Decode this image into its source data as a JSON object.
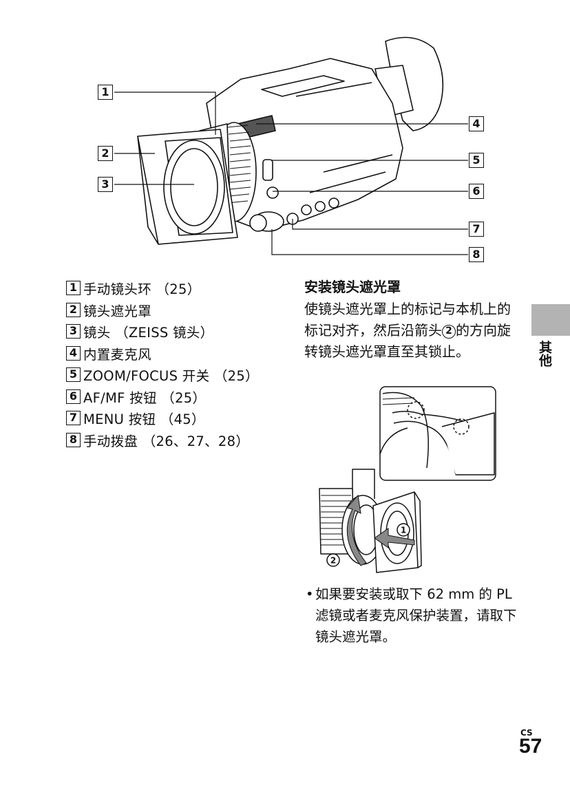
{
  "callouts": [
    "1",
    "2",
    "3",
    "4",
    "5",
    "6",
    "7",
    "8"
  ],
  "parts": [
    {
      "num": "1",
      "label": "手动镜头环 （25）"
    },
    {
      "num": "2",
      "label": "镜头遮光罩"
    },
    {
      "num": "3",
      "label": "镜头 （ZEISS 镜头）"
    },
    {
      "num": "4",
      "label": "内置麦克风"
    },
    {
      "num": "5",
      "label": "ZOOM/FOCUS 开关 （25）"
    },
    {
      "num": "6",
      "label": "AF/MF 按钮 （25）"
    },
    {
      "num": "7",
      "label": "MENU 按钮 （45）"
    },
    {
      "num": "8",
      "label": "手动拨盘 （26、27、28）"
    }
  ],
  "hood": {
    "title": "安装镜头遮光罩",
    "body_part1": "使镜头遮光罩上的标记与本机上的标记对齐，然后沿箭头",
    "circled_2": "2",
    "body_part2": "的方向旋转镜头遮光罩直至其锁止。",
    "fig_mark_1": "1",
    "fig_mark_2": "2"
  },
  "note": {
    "bullet": "•",
    "text": "如果要安装或取下 62 mm 的 PL 滤镜或者麦克风保护装置，请取下镜头遮光罩。"
  },
  "side_tab": {
    "label": "其他"
  },
  "footer": {
    "lang": "CS",
    "page": "57"
  }
}
